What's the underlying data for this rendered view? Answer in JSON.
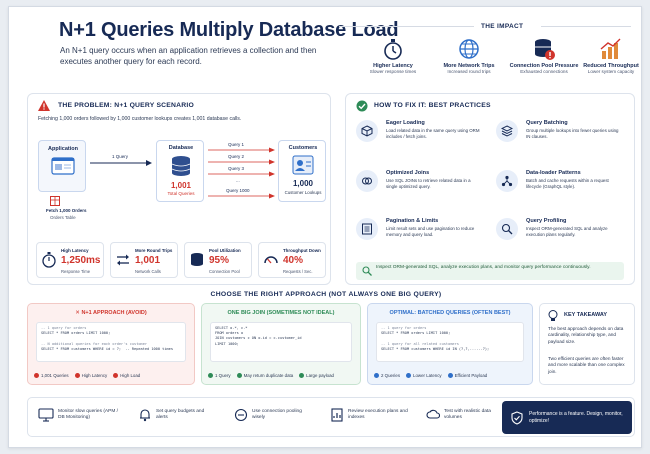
{
  "header": {
    "title": "N+1 Queries Multiply Database Load",
    "subtitle": "An N+1 query occurs when an application retrieves a collection and then executes another query for each record."
  },
  "impact": {
    "title": "THE IMPACT",
    "items": [
      {
        "label": "Higher Latency",
        "sub": "Slower response times",
        "icon": "stopwatch-icon"
      },
      {
        "label": "More Network Trips",
        "sub": "Increased round trips",
        "icon": "globe-icon"
      },
      {
        "label": "Connection Pool Pressure",
        "sub": "Exhausted connections",
        "icon": "database-warning-icon"
      },
      {
        "label": "Reduced Throughput",
        "sub": "Lower system capacity",
        "icon": "bar-chart-icon"
      }
    ]
  },
  "problem": {
    "title": "THE PROBLEM: N+1 QUERY SCENARIO",
    "desc": "Fetching 1,000 orders followed by 1,000 customer lookups creates 1,001 database calls.",
    "application_label": "Application",
    "fetch_label": "Fetch 1,000 Orders",
    "orders_table_label": "Orders Table",
    "one_query_label": "1 Query",
    "database_label": "Database",
    "queries": [
      "Query 1",
      "Query 2",
      "Query 3",
      "...",
      "Query 1000"
    ],
    "total_value": "1,001",
    "total_label": "Total Queries",
    "customers_label": "Customers",
    "lookups_value": "1,000",
    "lookups_label": "Customer Lookups",
    "metrics": [
      {
        "label": "High Latency",
        "value": "1,250ms",
        "sub": "Response Time"
      },
      {
        "label": "More Round Trips",
        "value": "1,001",
        "sub": "Network Calls"
      },
      {
        "label": "Pool Utilization",
        "value": "95%",
        "sub": "Connection Pool"
      },
      {
        "label": "Throughput Down",
        "value": "40%",
        "sub": "Requests / Sec."
      }
    ]
  },
  "fix": {
    "title": "HOW TO FIX IT: BEST PRACTICES",
    "items": [
      {
        "title": "Eager Loading",
        "desc": "Load related data in the same query using ORM includes / fetch joins."
      },
      {
        "title": "Query Batching",
        "desc": "Group multiple lookups into fewer queries using IN clauses."
      },
      {
        "title": "Optimized Joins",
        "desc": "Use SQL JOINs to retrieve related data in a single optimized query."
      },
      {
        "title": "Data-loader Patterns",
        "desc": "Batch and cache requests within a request lifecycle (GraphQL style)."
      },
      {
        "title": "Pagination & Limits",
        "desc": "Limit result sets and use pagination to reduce memory and query load."
      },
      {
        "title": "Query Profiling",
        "desc": "Inspect ORM-generated SQL and analyze execution plans regularly."
      }
    ],
    "banner": "Inspect ORM-generated SQL, analyze execution plans, and monitor query performance continuously."
  },
  "approach": {
    "title": "CHOOSE THE RIGHT APPROACH (NOT ALWAYS ONE BIG QUERY)",
    "n1": {
      "title": "N+1 APPROACH (AVOID)",
      "code": [
        "-- 1 query for orders",
        "SELECT * FROM orders LIMIT 1000;",
        "",
        "-- N additional queries for each order's customer",
        "SELECT * FROM customers WHERE id = ?;  -- Repeated 1000 times"
      ],
      "tags": [
        "1,001 Queries",
        "High Latency",
        "High Load"
      ]
    },
    "join": {
      "title": "ONE BIG JOIN (SOMETIMES NOT IDEAL)",
      "code": [
        "SELECT o.*, c.*",
        "FROM orders o",
        "JOIN customers c ON o.id = c.customer_id",
        "LIMIT 1000;"
      ],
      "tags": [
        "1 Query",
        "May return duplicate data",
        "Large payload"
      ]
    },
    "batched": {
      "title": "OPTIMAL: BATCHED QUERIES (OFTEN BEST)",
      "code": [
        "-- 1 query for orders",
        "SELECT * FROM orders LIMIT 1000;",
        "",
        "-- 1 query for all related customers",
        "SELECT * FROM customers WHERE id IN (?,?,......?);"
      ],
      "tags": [
        "2 Queries",
        "Lower Latency",
        "Efficient Payload"
      ]
    }
  },
  "takeaway": {
    "title": "KEY TAKEAWAY",
    "p1": "The best approach depends on data cardinality, relationship type, and payload size.",
    "p2": "Two efficient queries are often faster and more scalable than one complex join."
  },
  "bottom": {
    "items": [
      "Monitor slow queries (APM / DB Monitoring)",
      "Set query budgets and alerts",
      "Use connection pooling wisely",
      "Review execution plans and indexes",
      "Test with realistic data volumes"
    ],
    "callout": "Performance is a feature. Design, monitor, optimize!"
  },
  "colors": {
    "navy": "#172a55",
    "red": "#d0342c",
    "green": "#2e8b57",
    "blue": "#2f6fc9"
  }
}
